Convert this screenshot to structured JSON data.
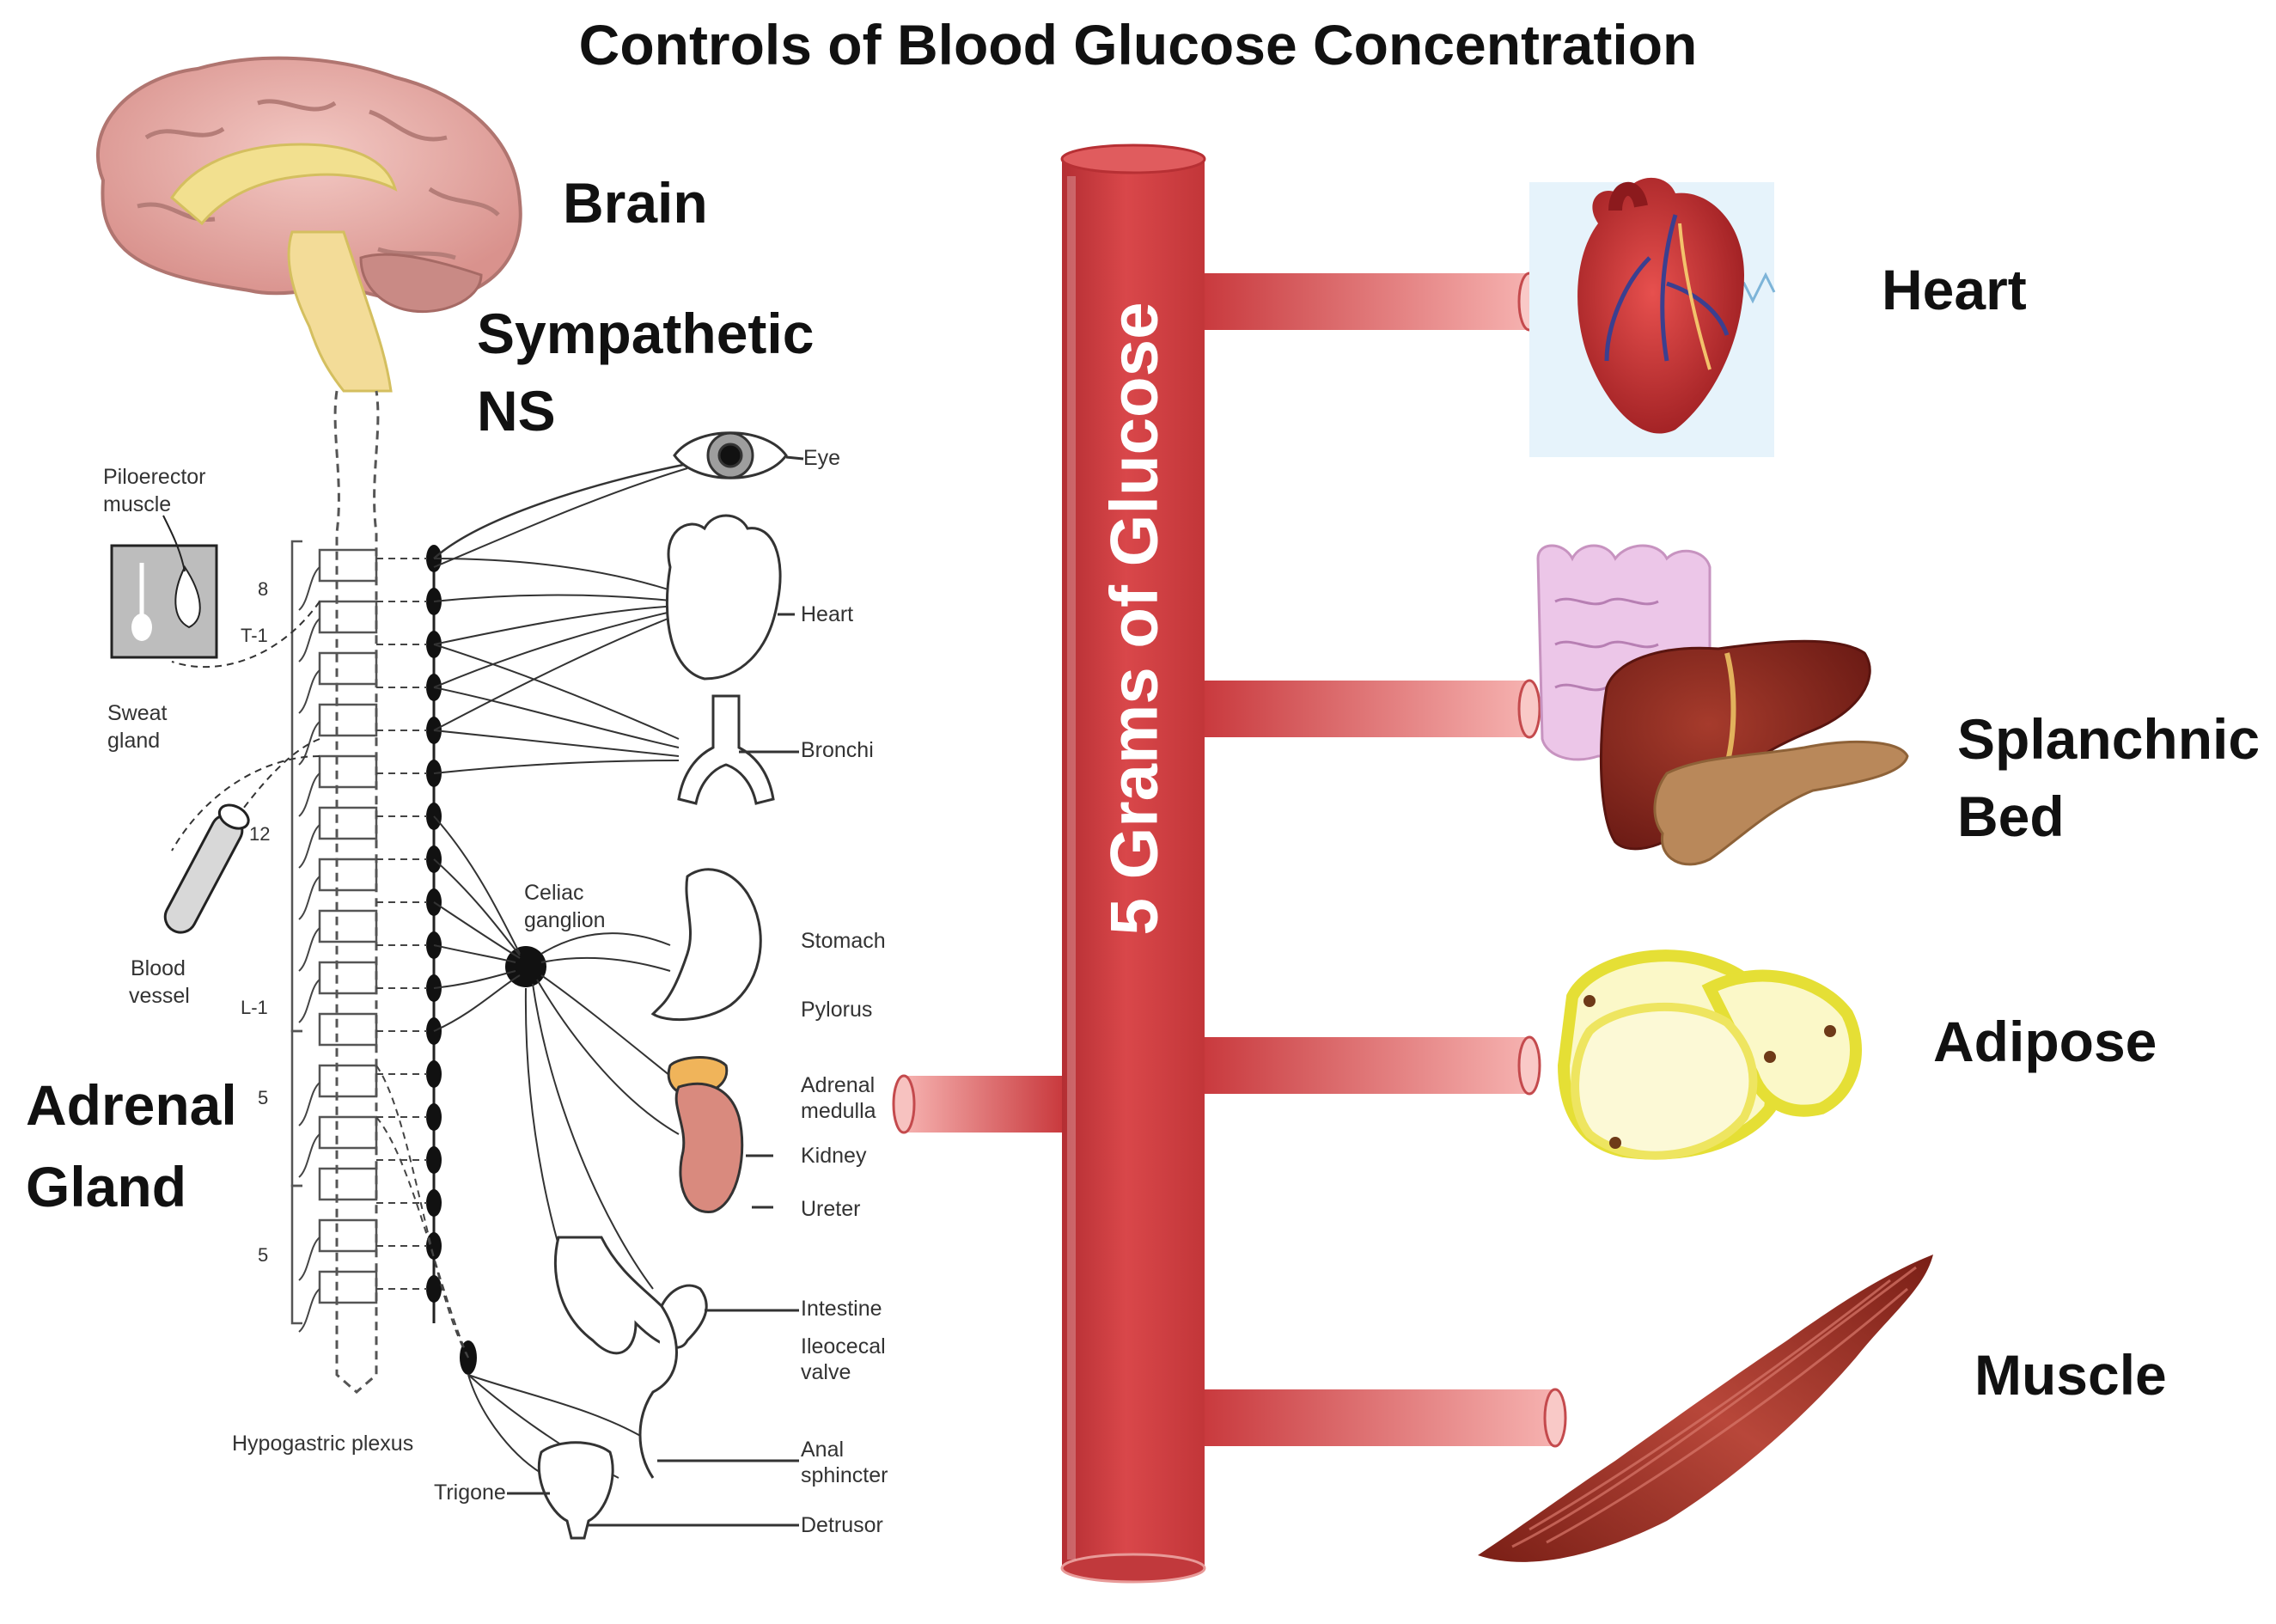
{
  "title": "Controls of Blood Glucose Concentration",
  "vessel_label": "5 Grams of Glucose",
  "left_labels": {
    "brain": "Brain",
    "sympathetic_line1": "Sympathetic",
    "sympathetic_line2": "NS",
    "adrenal_line1": "Adrenal",
    "adrenal_line2": "Gland"
  },
  "organs": {
    "heart": "Heart",
    "splanchnic_line1": "Splanchnic",
    "splanchnic_line2": "Bed",
    "adipose": "Adipose",
    "muscle": "Muscle"
  },
  "nerve_diagram": {
    "targets": {
      "eye": "Eye",
      "heart": "Heart",
      "bronchi": "Bronchi",
      "stomach": "Stomach",
      "pylorus": "Pylorus",
      "adrenal_line1": "Adrenal",
      "adrenal_line2": "medulla",
      "kidney": "Kidney",
      "ureter": "Ureter",
      "intestine": "Intestine",
      "ileocecal_line1": "Ileocecal",
      "ileocecal_line2": "valve",
      "anal_line1": "Anal",
      "anal_line2": "sphincter",
      "detrusor": "Detrusor",
      "trigone": "Trigone"
    },
    "others": {
      "piloerector_line1": "Piloerector",
      "piloerector_line2": "muscle",
      "sweat_line1": "Sweat",
      "sweat_line2": "gland",
      "blood_line1": "Blood",
      "blood_line2": "vessel",
      "celiac_line1": "Celiac",
      "celiac_line2": "ganglion",
      "hypogastric": "Hypogastric plexus"
    },
    "levels": [
      "8",
      "T-1",
      "12",
      "L-1",
      "5",
      "5"
    ]
  },
  "colors": {
    "vessel_dark": "#c83a3d",
    "vessel_light": "#f3a8a6",
    "label_text": "#111111"
  }
}
